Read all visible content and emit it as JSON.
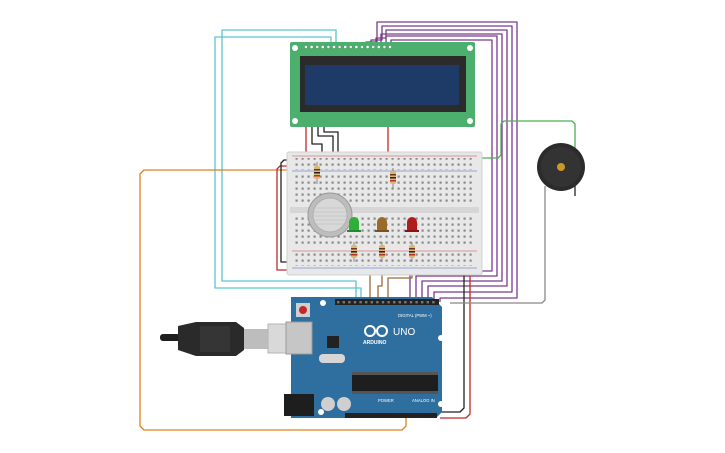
{
  "board": {
    "brand": "ARDUINO",
    "model": "UNO",
    "digital_header": "DIGITAL (PWM ~)",
    "power_header": "POWER",
    "analog_header": "ANALOG IN"
  },
  "colors": {
    "background": "#ffffff",
    "lcd_board": "#4caf6e",
    "lcd_screen": "#1e3a66",
    "breadboard": "#e8e8e8",
    "arduino": "#2f6f9f",
    "wire_cyan": "#5ec4d0",
    "wire_purple": "#7a3a8c",
    "wire_orange": "#e0821c",
    "wire_red": "#c0282a",
    "wire_black": "#222222",
    "wire_green": "#4caf50",
    "wire_brown": "#9a6a3a",
    "wire_gray": "#888888",
    "led_green": "#2fae3a",
    "led_yellow": "#9a6a2a",
    "led_red": "#b01c1c",
    "buzzer": "#2b2b2b"
  },
  "icons": {
    "usb_cable": "usb-cable-icon",
    "buzzer": "buzzer-icon",
    "gas_sensor": "gas-sensor-icon",
    "lcd": "lcd-display-icon"
  }
}
